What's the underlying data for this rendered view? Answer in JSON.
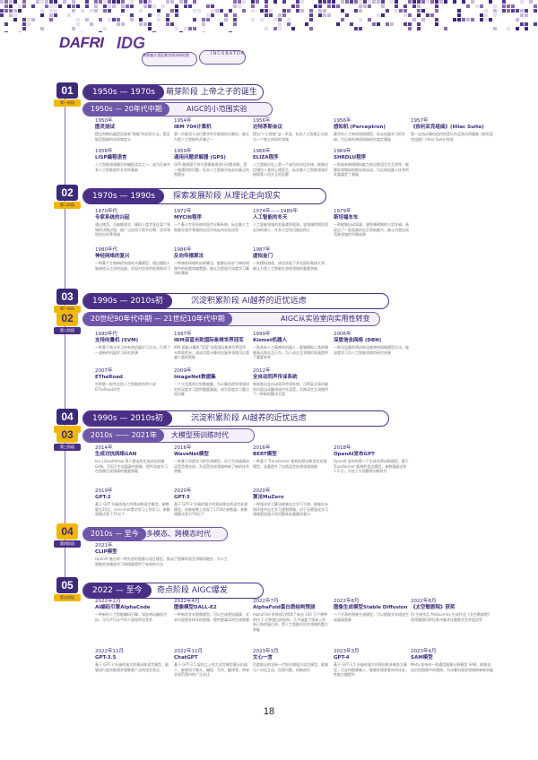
{
  "header": {
    "logo1_text": "DAFRI",
    "logo1_sub": "粤港澳大湾区数字经济研究院",
    "logo2_text": "IDG",
    "logo2_sub": "INCUBATOR"
  },
  "phases": [
    {
      "num": "01",
      "tag": "第一阶段",
      "years": "1950s — 1970s",
      "title": "萌芽阶段  上帝之子的诞生"
    },
    {
      "num": "02",
      "tag": "第二阶段",
      "years": "1970s — 1990s",
      "title": "探索发展阶段  从理论走向现实"
    },
    {
      "num": "03",
      "tag": "第三阶段",
      "years": "1990s — 2010s初",
      "title": "沉淀积累阶段  AI越养的近忧远虑"
    },
    {
      "num": "04",
      "tag": "第四阶段",
      "years": "1990s — 2010s初",
      "title": "沉淀积累阶段  AI越养的近忧远虑"
    },
    {
      "num": "05",
      "tag": "第五阶段",
      "years": "2022 — 至今",
      "title": "奇点阶段  AIGC爆发"
    }
  ],
  "subs": [
    {
      "num": "01",
      "tag": "第一阶段",
      "years": "1950s — 20年代中期",
      "title": "AIGC的小范围实验"
    },
    {
      "num": "02",
      "tag": "第二阶段",
      "years": "20世纪90年代中期 — 21世纪10年代中期",
      "title": "AIGC从实验室向实用性转变"
    },
    {
      "num": "03",
      "tag": "第三阶段",
      "years": "2010s —— 2021年",
      "title": "大模型预训练时代"
    },
    {
      "num": "04",
      "tag": "第四阶段",
      "years": "2010s — 至今",
      "title": "多模态、跨模态时代"
    }
  ],
  "events1": [
    {
      "y": "1950年",
      "t": "图灵测试",
      "d": "提出判断机器是否具有\"智能\"的试验方法，是否能否智能的本质和定义"
    },
    {
      "y": "1954年",
      "t": "IBM 704计算机",
      "d": "第一台能用于进行数字符号推理的计算机，被认为是人工智能的开端之一"
    },
    {
      "y": "1956年",
      "t": "达特茅斯会议",
      "d": "提出\"人工智能\"这一术语，标志人工智能正式成为一个独立的研究领域"
    },
    {
      "y": "1956年",
      "t": "感知机 (Perceptron)",
      "d": "最早的人工神经网络模型，标志机器学习的开始，为后来的神经网络研究奠定基础"
    },
    {
      "y": "1957年",
      "t": "《依利亚克组曲》(Illiac Suite)",
      "d": "第一支由计算机创作的音乐作品弦乐四重奏《依利亚克组曲》(Illiac Suite)完成"
    },
    {
      "y": "1958年",
      "t": "LISP编程语言",
      "d": "人工智能领域最早的编程语言之一，成为后来许多人工智能软件开发的基础"
    },
    {
      "y": "1959年",
      "t": "通用问题求解器 (GPS)",
      "d": "GPS 能够基于符号逻辑推理进行问题求解，是一般通用的问题，标志人工智能开始走向真正的智能化"
    },
    {
      "y": "1966年",
      "t": "ELIZA程序",
      "d": "人工智能历史上第一个成功的对话系统，能够对话模仿人类的心理医生，标志着人工智能领域开始探索人机交互的问题"
    },
    {
      "y": "1969年",
      "t": "SHRDLU程序",
      "d": "一款具有物理模拟能力的自然语言交互程序，能够处理物体的概念和运动，为后来机器人技术的发展奠定了基础"
    }
  ],
  "events2": [
    {
      "y": "1970年代",
      "t": "专家系统的兴起",
      "d": "通过使用、归纳推理式、模拟人类专家在某个领域的决策过程，被广泛应用于医学诊断、化学和地质分析等领域"
    },
    {
      "y": "1972年",
      "t": "MYCIN程序",
      "d": "一个基于专家系统的医疗诊断系统，标志着人工智能在医疗领域的应用开始走向实际应用"
    },
    {
      "y": "1974年——1980年",
      "t": "人工智能的冬天",
      "d": "人工智能领域的发展遇到瓶颈，该领域得到投资支持的减少，许多大型项目被迫停止"
    },
    {
      "y": "1979年",
      "t": "斯坦福车车",
      "d": "一款能够自动驾驶，避免障碍物的小型车辆，表现出了一定程度的自主导航能力，被认为是自动驾驶领域的早期成果"
    },
    {
      "y": "1980年代",
      "t": "神经网络的复兴",
      "d": "一种基于生物神经系统的计算模型，通过模拟人脑神经元之间的连接，实现对信息的处理和学习"
    },
    {
      "y": "1986年",
      "t": "反向传播算法",
      "d": "一种神经网络的训练算法，能够自动学习神经网络中的权重和偏置量，被认为是现代深度学习算法的基础"
    },
    {
      "y": "1987年",
      "t": "虚拟金门",
      "d": "一款模拟游戏，成功实现了多名国际象棋大师，被认为是人工智能在游戏领域的重要突破"
    }
  ],
  "events3": [
    {
      "y": "1990年代",
      "t": "支持向量机 (SVM)",
      "d": "一种基于统计学习的有效机器学习方法，引领了一波新的机器学习研究热潮"
    },
    {
      "y": "1997年",
      "t": "IBM深蓝击败国际象棋世界冠军",
      "d": "IBM 超级计算机\"深蓝\"击败国际象棋世界冠军卡斯帕罗夫，该成功是计算机在复杂领域可以超越人类的智能"
    },
    {
      "y": "1999年",
      "t": "Kismet机器人",
      "d": "一款具有人工情感的机器人，能够模拟人类的情感表达和交互行为，为人机交互领域的发展提供了重要参考"
    },
    {
      "y": "2006年",
      "t": "深度信念网络 (DBN)",
      "d": "一种无监督的预训练深度神经网络模型方法，被深度学习为人工智能领域的研究热潮"
    },
    {
      "y": "2007年",
      "t": "ETheRoad",
      "d": "世界第一部完全由人工智能创作的小说ETheRoad问世"
    },
    {
      "y": "2009年",
      "t": "ImageNet数据集",
      "d": "一个大型视觉识别数据集，为计算机视觉领域研究的深度学习提供重要基础，成为深度学习重点测试集"
    },
    {
      "y": "2012年",
      "t": "全自动同声传译系统",
      "d": "微软推出全自动同声传译系统，可将英文演讲者的内容自动翻译成中文语音，为跨语言交流提供了一种新的解决方案"
    }
  ],
  "events4": [
    {
      "y": "2014年",
      "t": "生成对抗网络GAN",
      "d": "Ian J.Goodfellow 等人提出的生成对抗网络 GAN，可用于生成逼真的图像，提供深度学习在图像生成领域的重要突破"
    },
    {
      "y": "2016年",
      "t": "WaveNet模型",
      "d": "一种基于深度学习的生成模型，用于生成逼真的语音音频合成，为语音合成领域带来了新的技术突破"
    },
    {
      "y": "2016年",
      "t": "BERT模型",
      "d": "一种基于 Transformer 架构的预训练语言处理模型，显著提升了自然语言处理领域效能"
    },
    {
      "y": "2018年",
      "t": "OpenAI发布GPT",
      "d": "OpenAI 发布的第一个生成式预训练模型，基于 Transformer 架构的语言模型，参数量级达到 1.2 亿，开启了大规模预训练时代"
    },
    {
      "y": "2019年",
      "t": "GPT-2",
      "d": "基于 GPT 升级的强大的预训练语言模型，参数量为15亿，zero-shot零次学习上的学习，参数规模达到了15亿个"
    },
    {
      "y": "2020年",
      "t": "GPT-3",
      "d": "基于 GPT-2 升级的强大的预训练自然语言处理模型，训练参数上实现了1750亿参数量，参数规模达到1750亿个"
    },
    {
      "y": "2020年",
      "t": "算法MuZero",
      "d": "一种强化学习算法能够自主学习下棋，能够在未知环境中自主学习规划策略，对于无需强化学习领域更加强大的问题具有重要的意义"
    }
  ],
  "events5": [
    {
      "y": "2021年",
      "t": "CLIP模型",
      "d": "OpenAI 推出的一种先进的图像与语言模型，推动了图像和语言领域间融合，为人工智能的多模态学习和理解提供了有效的方法"
    }
  ],
  "events6": [
    {
      "y": "2022年2月",
      "t": "AI编码引擎AlphaCode",
      "d": "一种新的人工智能编码引擎，如此带动编程代码，可与平均水平的人类程序员竞争"
    },
    {
      "y": "2022年4月",
      "t": "图像模型DALL-E2",
      "d": "一种新的文本图像模型，可以生成更加逼真、文本内容更多样化的图像，提供更真实的生成图像"
    },
    {
      "y": "2022年7月",
      "t": "AlphaFold蛋白质结构预测",
      "d": "AlphaFold 系统成功预测了来自 100 万个物种的约 2 亿种蛋白质结构，几乎涵盖了地球上所有已知的蛋白质，是人工智能在科学领域的重大突破"
    },
    {
      "y": "2022年8月",
      "t": "图像生成模型Stable Diffusion",
      "d": "一个开源的图像生成模型，可以根据文本描述生成逼真图像"
    },
    {
      "y": "2022年8月",
      "t": "《太空歌剧院》获奖",
      "d": "AI 生成作品 Midjourney 生成作品《太空歌剧院》获得美国科罗拉多州美术比赛数字艺术类冠军"
    },
    {
      "y": "2022年11月",
      "t": "GPT-3.5",
      "d": "基于 GPT-3 升级的强大的预训练语言模型，能够进行复杂推理并理解更广泛的语言表达"
    },
    {
      "y": "2022年11月",
      "t": "ChatGPT",
      "d": "基于 GPT-3.5 架构之上的大语言模型聊天机器人，能够用于聊天、编程、写作、翻译等，带来全球范围内的广泛关注"
    },
    {
      "y": "2023年3月",
      "t": "文心一言",
      "d": "百度推出的全新一代知识增强大语言模型，能够与人对话互动，回答问题，协助创作"
    },
    {
      "y": "2023年3月",
      "t": "GPT-4",
      "d": "基于 GPT-3.5 升级的强大的预训练多模态大模型，可支持图像输入，能够处理更复杂的任务，性能大幅提升"
    },
    {
      "y": "2023年4月",
      "t": "SAM模型",
      "d": "Meta 发布的一款通用图像分割模型 SAM，能够自动识别图像中的物体，为计算机视觉领域带来新突破"
    }
  ],
  "page_number": "18",
  "colors": {
    "primary": "#4a2f86",
    "accent": "#f2b705",
    "light": "#f4f0fa"
  }
}
